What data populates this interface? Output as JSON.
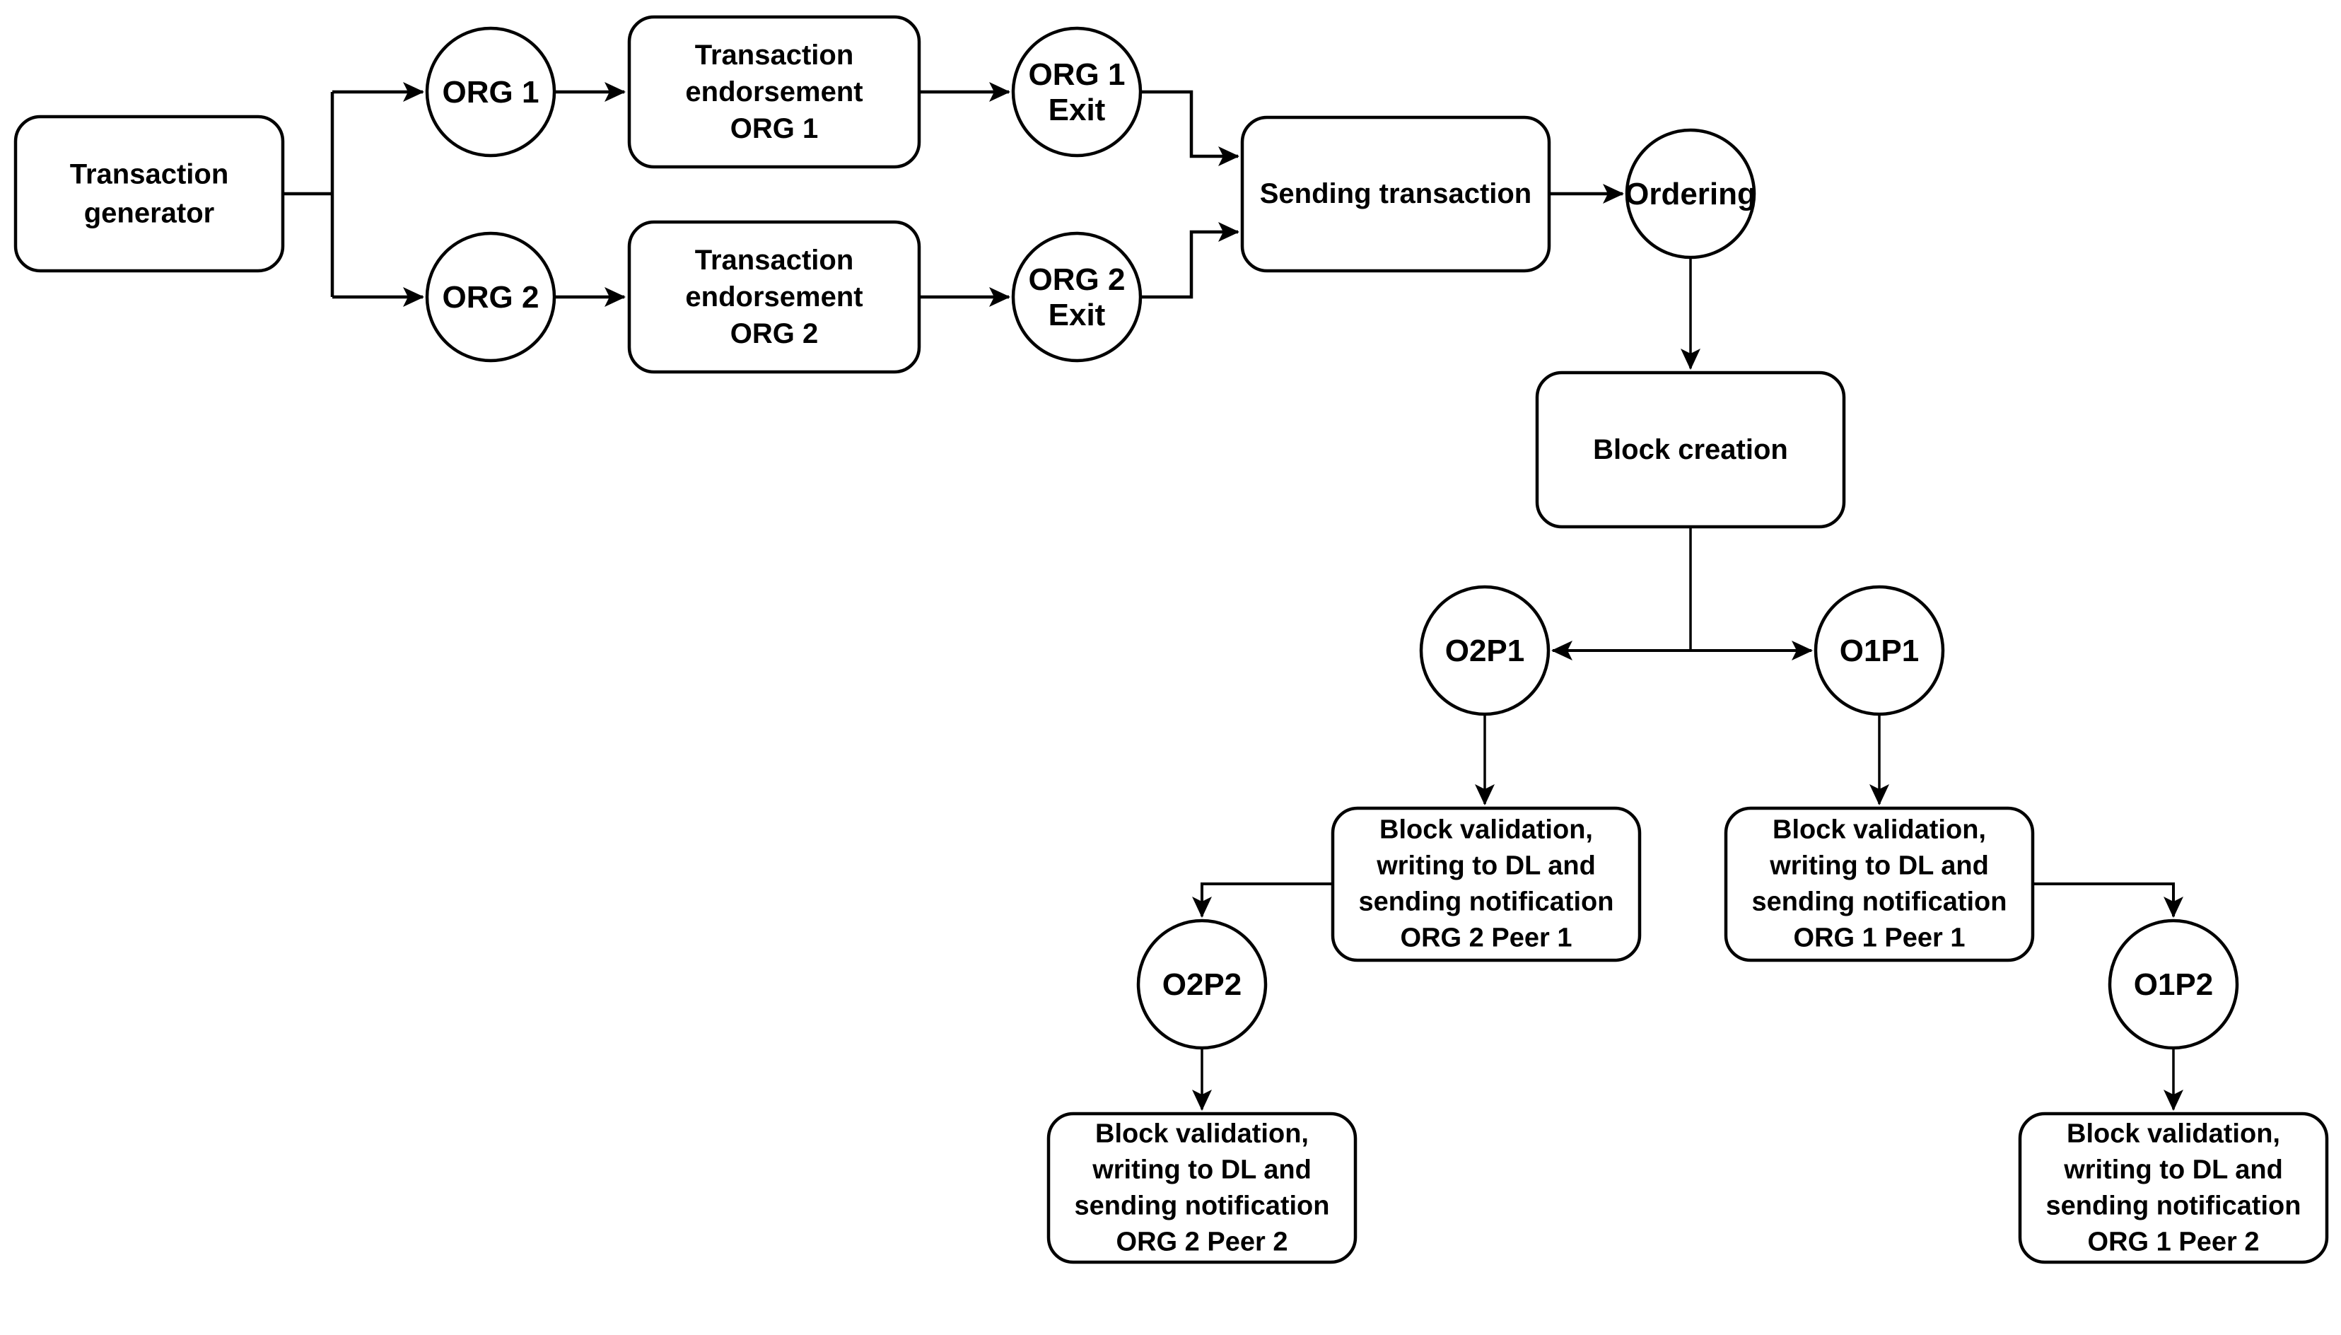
{
  "diagram": {
    "kind": "flowchart",
    "colors": {
      "background": "#ffffff",
      "node_fill": "#ffffff",
      "line": "#000000",
      "text": "#000000"
    },
    "nodes": {
      "transaction-generator": {
        "shape": "rounded-box",
        "lines": [
          "Transaction",
          "generator"
        ]
      },
      "org-1": {
        "shape": "circle",
        "lines": [
          "ORG 1"
        ]
      },
      "transaction-endorsement-org-1": {
        "shape": "rounded-box",
        "lines": [
          "Transaction",
          "endorsement",
          "ORG 1"
        ]
      },
      "org-1-exit": {
        "shape": "circle",
        "lines": [
          "ORG 1",
          "Exit"
        ]
      },
      "org-2": {
        "shape": "circle",
        "lines": [
          "ORG 2"
        ]
      },
      "transaction-endorsement-org-2": {
        "shape": "rounded-box",
        "lines": [
          "Transaction",
          "endorsement",
          "ORG 2"
        ]
      },
      "org-2-exit": {
        "shape": "circle",
        "lines": [
          "ORG 2",
          "Exit"
        ]
      },
      "sending-transaction": {
        "shape": "rounded-box",
        "lines": [
          "Sending transaction"
        ]
      },
      "ordering": {
        "shape": "circle",
        "lines": [
          "Ordering"
        ]
      },
      "block-creation": {
        "shape": "rounded-box",
        "lines": [
          "Block creation"
        ]
      },
      "o2p1": {
        "shape": "circle",
        "lines": [
          "O2P1"
        ]
      },
      "o1p1": {
        "shape": "circle",
        "lines": [
          "O1P1"
        ]
      },
      "block-validation-org-2-peer-1": {
        "shape": "rounded-box",
        "lines": [
          "Block validation,",
          "writing to DL and",
          "sending notification",
          "ORG 2 Peer 1"
        ]
      },
      "block-validation-org-1-peer-1": {
        "shape": "rounded-box",
        "lines": [
          "Block validation,",
          "writing to DL and",
          "sending notification",
          "ORG 1 Peer 1"
        ]
      },
      "o2p2": {
        "shape": "circle",
        "lines": [
          "O2P2"
        ]
      },
      "o1p2": {
        "shape": "circle",
        "lines": [
          "O1P2"
        ]
      },
      "block-validation-org-2-peer-2": {
        "shape": "rounded-box",
        "lines": [
          "Block validation,",
          "writing to DL and",
          "sending notification",
          "ORG 2 Peer 2"
        ]
      },
      "block-validation-org-1-peer-2": {
        "shape": "rounded-box",
        "lines": [
          "Block validation,",
          "writing to DL and",
          "sending notification",
          "ORG 1 Peer 2"
        ]
      }
    },
    "edges": [
      {
        "from": "transaction-generator",
        "to": "org-1"
      },
      {
        "from": "transaction-generator",
        "to": "org-2"
      },
      {
        "from": "org-1",
        "to": "transaction-endorsement-org-1"
      },
      {
        "from": "transaction-endorsement-org-1",
        "to": "org-1-exit"
      },
      {
        "from": "org-1-exit",
        "to": "sending-transaction"
      },
      {
        "from": "org-2",
        "to": "transaction-endorsement-org-2"
      },
      {
        "from": "transaction-endorsement-org-2",
        "to": "org-2-exit"
      },
      {
        "from": "org-2-exit",
        "to": "sending-transaction"
      },
      {
        "from": "sending-transaction",
        "to": "ordering"
      },
      {
        "from": "ordering",
        "to": "block-creation"
      },
      {
        "from": "block-creation",
        "to": "o2p1"
      },
      {
        "from": "block-creation",
        "to": "o1p1"
      },
      {
        "from": "o2p1",
        "to": "block-validation-org-2-peer-1"
      },
      {
        "from": "o1p1",
        "to": "block-validation-org-1-peer-1"
      },
      {
        "from": "block-validation-org-2-peer-1",
        "to": "o2p2"
      },
      {
        "from": "block-validation-org-1-peer-1",
        "to": "o1p2"
      },
      {
        "from": "o2p2",
        "to": "block-validation-org-2-peer-2"
      },
      {
        "from": "o1p2",
        "to": "block-validation-org-1-peer-2"
      }
    ]
  }
}
